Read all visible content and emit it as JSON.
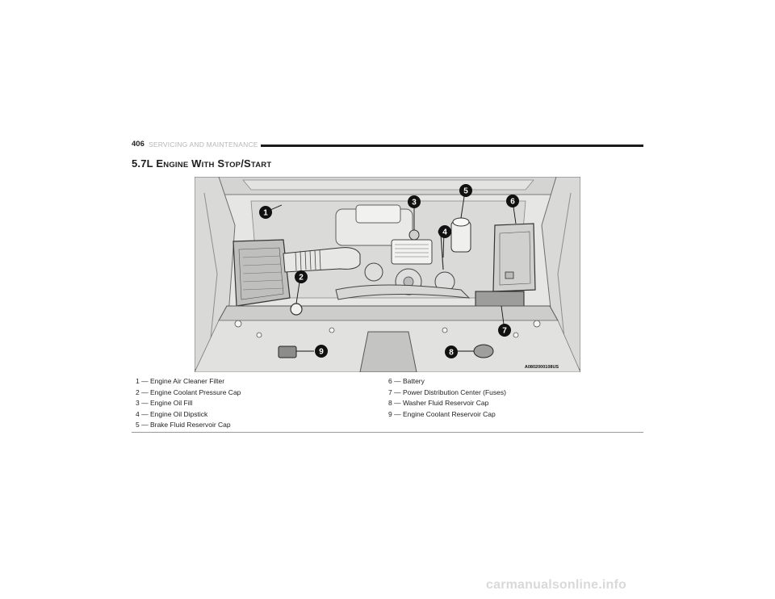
{
  "header": {
    "page_number": "406",
    "section": "SERVICING AND MAINTENANCE"
  },
  "title": {
    "lead": "5.7L E",
    "w1": "NGINE",
    "sp1": " W",
    "w2": "ITH",
    "sp2": " S",
    "w3": "TOP",
    "sep": "/S",
    "w4": "TART"
  },
  "figure": {
    "code": "A0802000108US",
    "callouts": [
      "1",
      "2",
      "3",
      "4",
      "5",
      "6",
      "7",
      "8",
      "9"
    ]
  },
  "legend": {
    "left": [
      "1 — Engine Air Cleaner Filter",
      "2 — Engine Coolant Pressure Cap",
      "3 — Engine Oil Fill",
      "4 — Engine Oil Dipstick",
      "5 — Brake Fluid Reservoir Cap"
    ],
    "right": [
      "6 — Battery",
      "7 — Power Distribution Center (Fuses)",
      "8 — Washer Fluid Reservoir Cap",
      "9 — Engine Coolant Reservoir Cap"
    ]
  },
  "watermark": "carmanualsonline.info"
}
